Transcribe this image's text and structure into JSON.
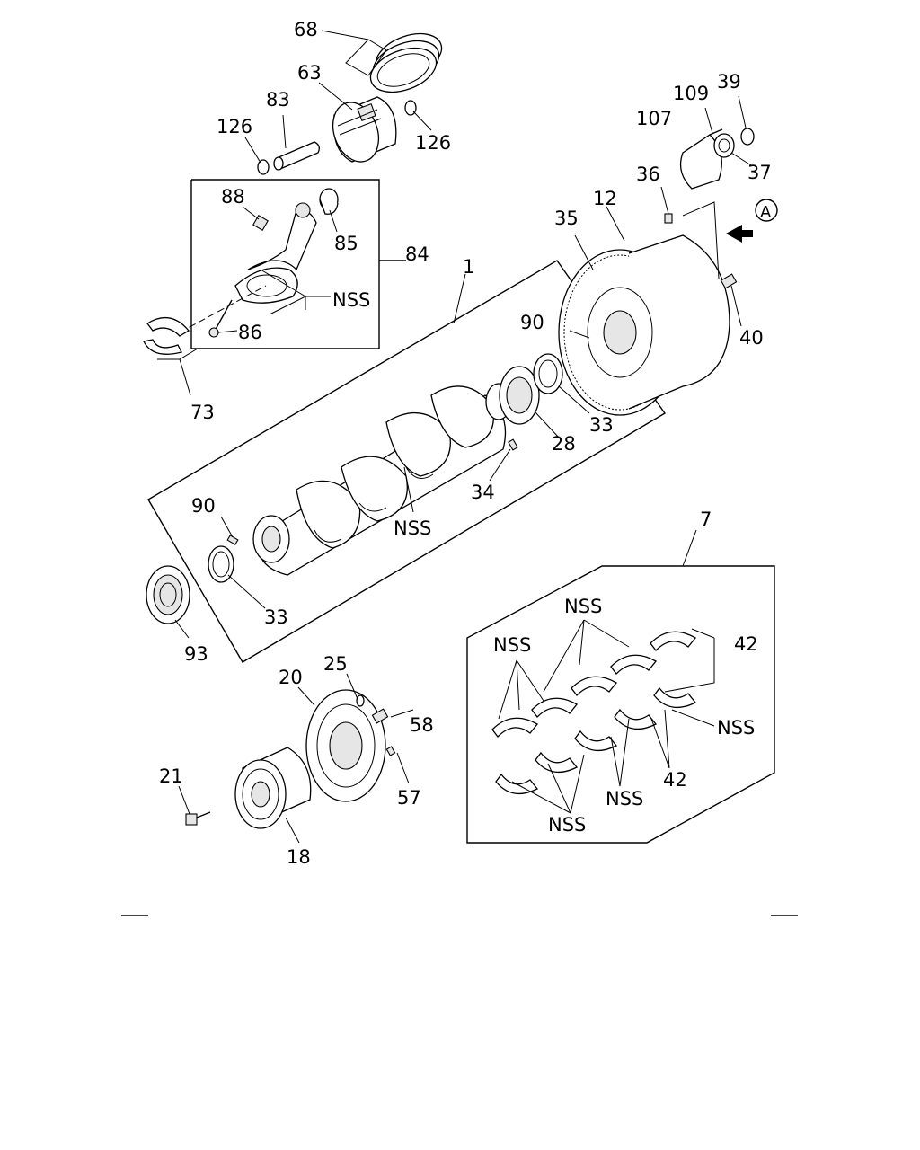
{
  "labels": {
    "p68": "68",
    "p63": "63",
    "p83": "83",
    "p126a": "126",
    "p126b": "126",
    "p88": "88",
    "p85": "85",
    "p84": "84",
    "nss_rod": "NSS",
    "p86": "86",
    "p73": "73",
    "p1": "1",
    "p35": "35",
    "p12": "12",
    "p36": "36",
    "p107": "107",
    "p109": "109",
    "p39": "39",
    "p37": "37",
    "callout_a": "A",
    "p40": "40",
    "p90a": "90",
    "p33a": "33",
    "p28": "28",
    "p34": "34",
    "nss_crank": "NSS",
    "p90b": "90",
    "p33b": "33",
    "p93": "93",
    "p7": "7",
    "nss_top": "NSS",
    "nss_left": "NSS",
    "p42a": "42",
    "nss_right": "NSS",
    "p42b": "42",
    "nss_mid": "NSS",
    "nss_bottom": "NSS",
    "p20": "20",
    "p25": "25",
    "p58": "58",
    "p21": "21",
    "p57": "57",
    "p18": "18"
  }
}
